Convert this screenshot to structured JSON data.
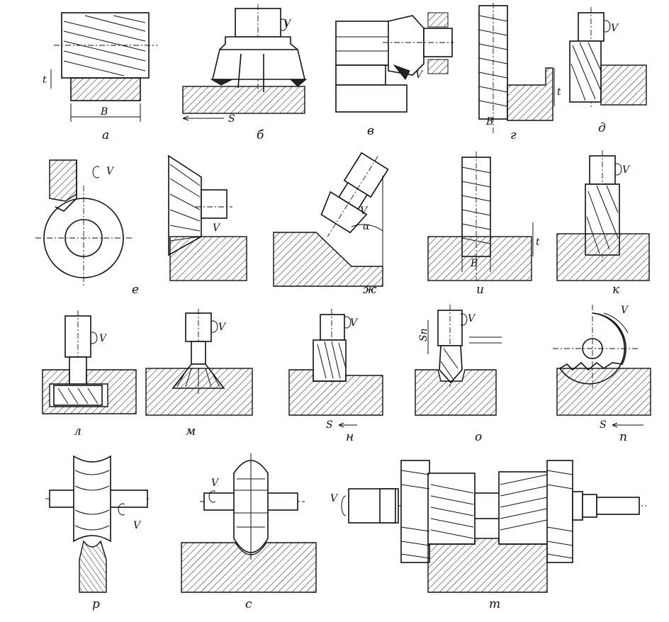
{
  "figures": [
    {
      "id": "a",
      "caption": "a",
      "symbols": [
        "t",
        "B"
      ]
    },
    {
      "id": "b",
      "caption": "б",
      "symbols": [
        "V",
        "S"
      ]
    },
    {
      "id": "v",
      "caption": "в",
      "symbols": [
        "V"
      ]
    },
    {
      "id": "g",
      "caption": "г",
      "symbols": [
        "B",
        "t"
      ]
    },
    {
      "id": "d",
      "caption": "д",
      "symbols": [
        "V"
      ]
    },
    {
      "id": "e",
      "caption": "е",
      "symbols": [
        "V"
      ]
    },
    {
      "id": "zh0",
      "caption": "",
      "symbols": [
        "V"
      ]
    },
    {
      "id": "zh",
      "caption": "ж",
      "symbols": [
        "V",
        "α"
      ]
    },
    {
      "id": "i",
      "caption": "и",
      "symbols": [
        "B",
        "t"
      ]
    },
    {
      "id": "k",
      "caption": "к",
      "symbols": [
        "V"
      ]
    },
    {
      "id": "l",
      "caption": "л",
      "symbols": [
        "V"
      ]
    },
    {
      "id": "m",
      "caption": "м",
      "symbols": [
        "V"
      ]
    },
    {
      "id": "n",
      "caption": "н",
      "symbols": [
        "V",
        "S"
      ]
    },
    {
      "id": "o",
      "caption": "о",
      "symbols": [
        "V",
        "Sп"
      ]
    },
    {
      "id": "p",
      "caption": "п",
      "symbols": [
        "V",
        "S"
      ]
    },
    {
      "id": "r",
      "caption": "р",
      "symbols": [
        "V"
      ]
    },
    {
      "id": "s",
      "caption": "с",
      "symbols": [
        "V"
      ]
    },
    {
      "id": "t",
      "caption": "т",
      "symbols": [
        "V"
      ]
    }
  ]
}
